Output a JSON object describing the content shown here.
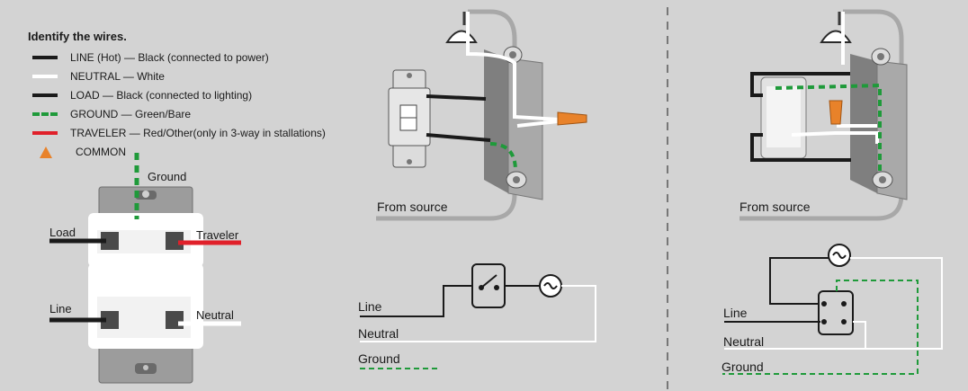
{
  "legend": {
    "title": "Identify the wires.",
    "items": [
      {
        "label": "LINE (Hot) — Black (connected to power)",
        "swatch": "line",
        "color": "#1a1a1a"
      },
      {
        "label": "NEUTRAL — White",
        "swatch": "neutral",
        "color": "#ffffff"
      },
      {
        "label": "LOAD — Black (connected to lighting)",
        "swatch": "line",
        "color": "#1a1a1a"
      },
      {
        "label": "GROUND — Green/Bare",
        "swatch": "ground",
        "color": "#1f9a3a"
      },
      {
        "label": "TRAVELER — Red/Other(only in 3-way in stallations)",
        "swatch": "traveler",
        "color": "#e0202a"
      },
      {
        "label": "COMMON",
        "swatch": "common-triangle-icon",
        "color": "#e8822a"
      }
    ]
  },
  "switch_diagram": {
    "ground": "Ground",
    "load": "Load",
    "traveler": "Traveler",
    "line": "Line",
    "neutral": "Neutral"
  },
  "wiring_before": {
    "from_source": "From source"
  },
  "schematic_before": {
    "line": "Line",
    "neutral": "Neutral",
    "ground": "Ground"
  },
  "wiring_after": {
    "from_source": "From source"
  },
  "schematic_after": {
    "line": "Line",
    "neutral": "Neutral",
    "ground": "Ground"
  }
}
